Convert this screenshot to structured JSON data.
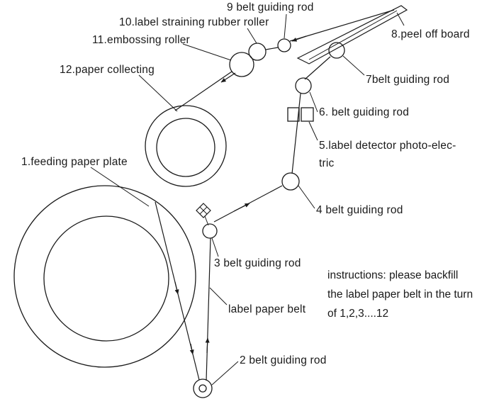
{
  "diagram": {
    "parts": {
      "p1": "1.feeding paper plate",
      "p2": "2 belt guiding rod",
      "p3": "3 belt guiding rod",
      "p4": "4 belt guiding rod",
      "p5_line1": "5.label detector photo-elec-",
      "p5_line2": "tric",
      "p6": "6. belt guiding rod",
      "p7": "7belt guiding rod",
      "p8": "8.peel off board",
      "p9": "9 belt guiding rod",
      "p10": "10.label straining rubber roller",
      "p11": "11.embossing roller",
      "p12": "12.paper collecting",
      "belt_label": "label paper belt"
    },
    "instructions": {
      "line1": "instructions: please backfill",
      "line2": "the label paper belt in the turn",
      "line3": "of 1,2,3....12"
    },
    "colors": {
      "ink": "#1a1a1a",
      "background": "#ffffff"
    }
  }
}
